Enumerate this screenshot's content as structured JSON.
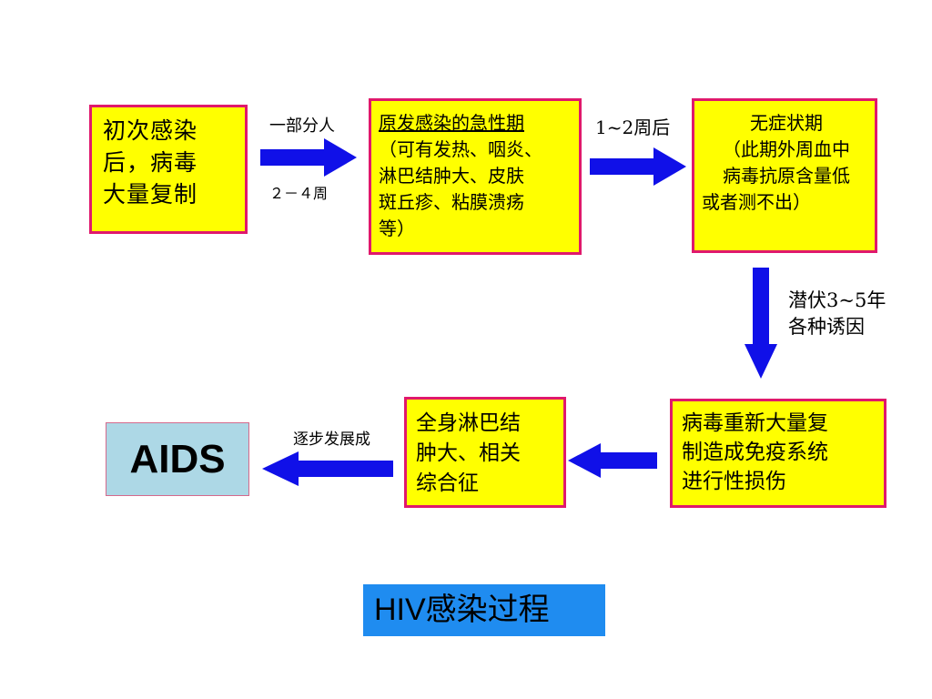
{
  "flow": {
    "initial_box": {
      "lines": [
        "初次感染",
        "后，病毒",
        "大量复制"
      ]
    },
    "arrow1_label_top": "一部分人",
    "arrow1_label_bottom": "２－４周",
    "acute_box": {
      "heading": "原发感染的急性期",
      "lines": [
        "（可有发热、咽炎、",
        "淋巴结肿大、皮肤",
        "斑丘疹、粘膜溃疡",
        "等）"
      ]
    },
    "arrow2_label": "1~2周后",
    "asymptomatic_box": {
      "heading": "无症状期",
      "lines": [
        "（此期外周血中",
        "病毒抗原含量低",
        "或者测不出）"
      ]
    },
    "arrow3_label": [
      "潜伏3~5年",
      "各种诱因"
    ],
    "replication_box": {
      "lines": [
        "病毒重新大量复",
        "制造成免疫系统",
        "进行性损伤"
      ]
    },
    "lymph_box": {
      "lines": [
        "全身淋巴结",
        "肿大、相关",
        "综合征"
      ]
    },
    "arrow5_label": "逐步发展成",
    "aids_box": "AIDS"
  },
  "title": "HIV感染过程",
  "colors": {
    "box_fill": "#ffff00",
    "box_border": "#e0186c",
    "arrow": "#1010e8",
    "aids_fill": "#add8e6",
    "title_fill": "#1f8cf0"
  }
}
